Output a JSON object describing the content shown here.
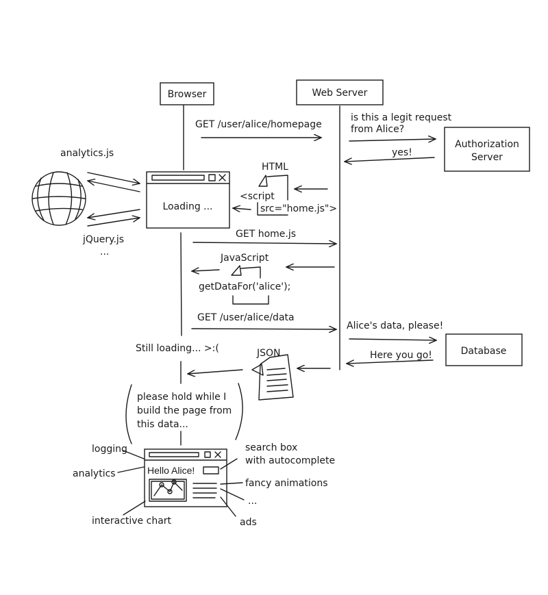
{
  "actors": {
    "browser": "Browser",
    "web_server": "Web Server",
    "authorization_server": [
      "Authorization",
      "Server"
    ],
    "database": "Database"
  },
  "messages": {
    "get_homepage": "GET /user/alice/homepage",
    "auth_question": [
      "is this a legit request",
      "from Alice?"
    ],
    "auth_yes": "yes!",
    "html_label": "HTML",
    "script_tag": [
      "<script",
      "src=\"home.js\">"
    ],
    "get_homejs": "GET home.js",
    "javascript_label": "JavaScript",
    "js_call": "getDataFor('alice');",
    "get_data": "GET /user/alice/data",
    "data_request": "Alice's data, please!",
    "data_reply": "Here you go!",
    "json_label": "JSON",
    "still_loading": "Still loading... >:(",
    "hold_note": [
      "please hold while I",
      "build the page from",
      "this data..."
    ]
  },
  "browser_window": {
    "loading_text": "Loading ..."
  },
  "third_party": {
    "analytics_js": "analytics.js",
    "jquery_js": "jQuery.js",
    "more": "..."
  },
  "final_page": {
    "greeting": "Hello Alice!",
    "logging": "logging",
    "analytics": "analytics",
    "search_box": [
      "search box",
      "with autocomplete"
    ],
    "fancy_animations": "fancy animations",
    "more": "...",
    "interactive_chart": "interactive chart",
    "ads": "ads"
  }
}
